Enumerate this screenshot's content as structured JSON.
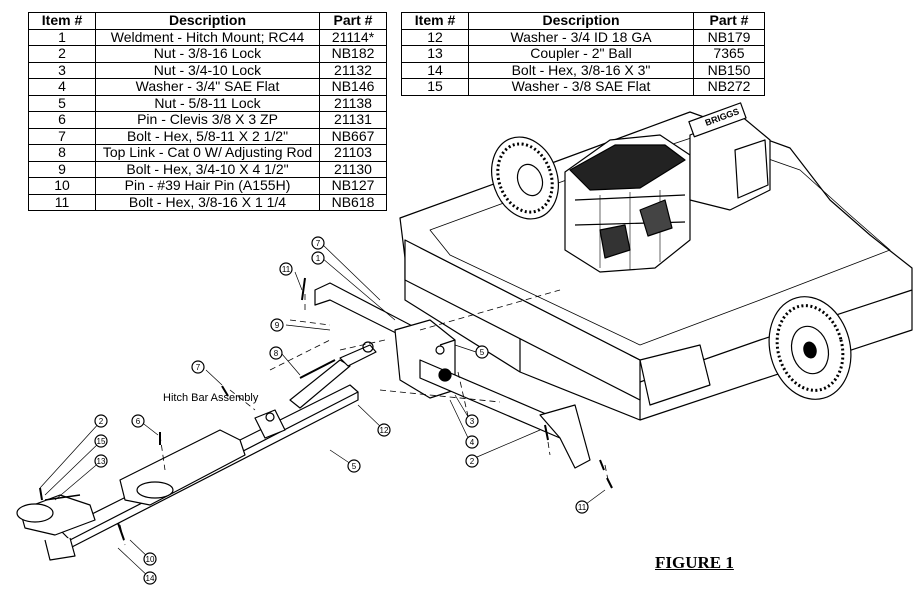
{
  "tables": {
    "headers": {
      "item": "Item #",
      "description": "Description",
      "part": "Part #"
    },
    "left_rows": [
      {
        "item": "1",
        "description": "Weldment - Hitch Mount; RC44",
        "part": "21114*"
      },
      {
        "item": "2",
        "description": "Nut - 3/8-16 Lock",
        "part": "NB182"
      },
      {
        "item": "3",
        "description": "Nut - 3/4-10 Lock",
        "part": "21132"
      },
      {
        "item": "4",
        "description": "Washer - 3/4\" SAE Flat",
        "part": "NB146"
      },
      {
        "item": "5",
        "description": "Nut - 5/8-11 Lock",
        "part": "21138"
      },
      {
        "item": "6",
        "description": "Pin - Clevis 3/8 X 3 ZP",
        "part": "21131"
      },
      {
        "item": "7",
        "description": "Bolt - Hex, 5/8-11 X 2 1/2\"",
        "part": "NB667"
      },
      {
        "item": "8",
        "description": "Top Link - Cat 0 W/ Adjusting Rod",
        "part": "21103"
      },
      {
        "item": "9",
        "description": "Bolt - Hex, 3/4-10 X 4 1/2\"",
        "part": "21130"
      },
      {
        "item": "10",
        "description": "Pin - #39 Hair Pin (A155H)",
        "part": "NB127"
      },
      {
        "item": "11",
        "description": "Bolt - Hex, 3/8-16 X 1 1/4",
        "part": "NB618"
      }
    ],
    "right_rows": [
      {
        "item": "12",
        "description": "Washer - 3/4 ID 18 GA",
        "part": "NB179"
      },
      {
        "item": "13",
        "description": "Coupler - 2\" Ball",
        "part": "7365"
      },
      {
        "item": "14",
        "description": "Bolt - Hex, 3/8-16 X 3\"",
        "part": "NB150"
      },
      {
        "item": "15",
        "description": "Washer - 3/8 SAE Flat",
        "part": "NB272"
      }
    ]
  },
  "figure_label": "FIGURE 1",
  "hitch_bar_label": "Hitch Bar Assembly",
  "engine_brand": "BRIGGS",
  "callouts": [
    "7",
    "1",
    "11",
    "9",
    "8",
    "5",
    "7",
    "6",
    "2",
    "15",
    "13",
    "12",
    "5",
    "3",
    "4",
    "2",
    "11",
    "10",
    "14"
  ]
}
